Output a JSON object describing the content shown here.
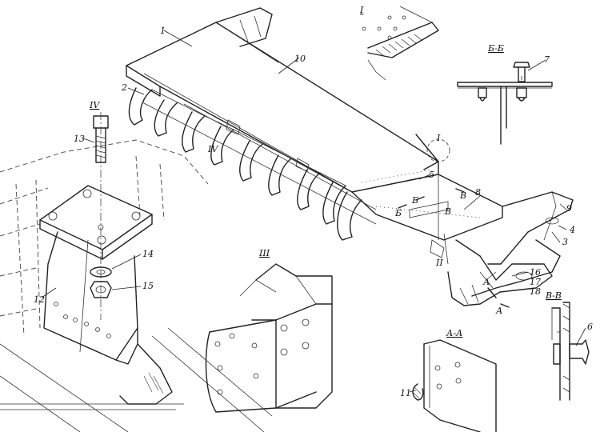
{
  "callouts": {
    "c1": "1",
    "c2": "2",
    "c3": "3",
    "c4": "4",
    "c5": "5",
    "c6": "6",
    "c7": "7",
    "c8": "8",
    "c9": "9",
    "c10": "10",
    "c11": "11",
    "c12": "12",
    "c13": "13",
    "c14": "14",
    "c15": "15",
    "c16": "16",
    "c17": "17",
    "c18": "18"
  },
  "views": {
    "view_I": "I",
    "view_II": "II",
    "view_III": "III",
    "view_IV": "IV",
    "view_IV_main": "IV",
    "view_I_main": "I",
    "view_II_main": "II",
    "section_BB": "Б-Б",
    "section_VV": "В-В",
    "section_AA": "А-А"
  },
  "section_marks": {
    "b_left": "Б",
    "b_right": "Б",
    "v_left": "В",
    "v_right": "В",
    "a_left": "А",
    "a_right": "А"
  }
}
